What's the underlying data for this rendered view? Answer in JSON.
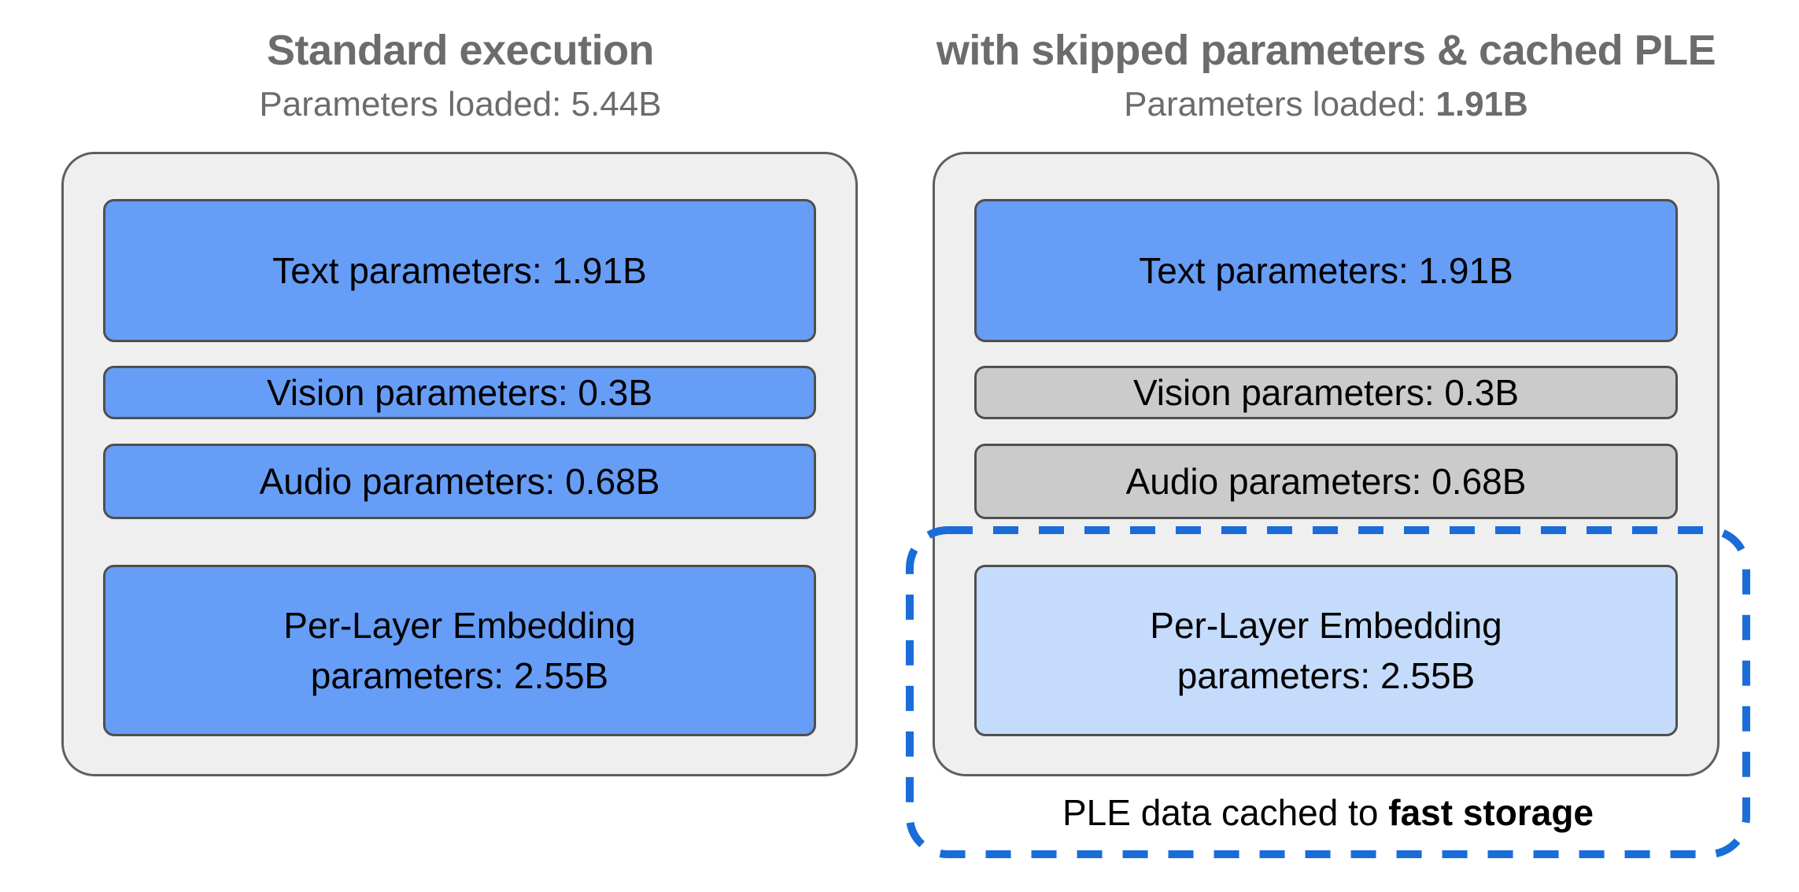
{
  "left_panel": {
    "title": "Standard execution",
    "subtitle_prefix": "Parameters loaded: ",
    "subtitle_value": "5.44B",
    "boxes": {
      "text": "Text parameters: 1.91B",
      "vision": "Vision parameters: 0.3B",
      "audio": "Audio parameters: 0.68B",
      "ple_line1": "Per-Layer Embedding",
      "ple_line2": "parameters: 2.55B"
    }
  },
  "right_panel": {
    "title": "with skipped parameters & cached PLE",
    "subtitle_prefix": "Parameters loaded: ",
    "subtitle_value": "1.91B",
    "boxes": {
      "text": "Text parameters: 1.91B",
      "vision": "Vision parameters: 0.3B",
      "audio": "Audio parameters: 0.68B",
      "ple_line1": "Per-Layer Embedding",
      "ple_line2": "parameters: 2.55B"
    },
    "caption_prefix": "PLE data cached to ",
    "caption_bold": "fast storage"
  },
  "colors": {
    "loaded_blue": "#669df6",
    "skipped_gray": "#cbcbcb",
    "cached_light_blue": "#c5dbfb",
    "dashed_outline_blue": "#1a6dd9",
    "container_gray": "#efefef",
    "container_border": "#5f5f5f",
    "box_border": "#4f4f4f",
    "heading_gray": "#6c6c6c",
    "background": "#ffffff"
  }
}
